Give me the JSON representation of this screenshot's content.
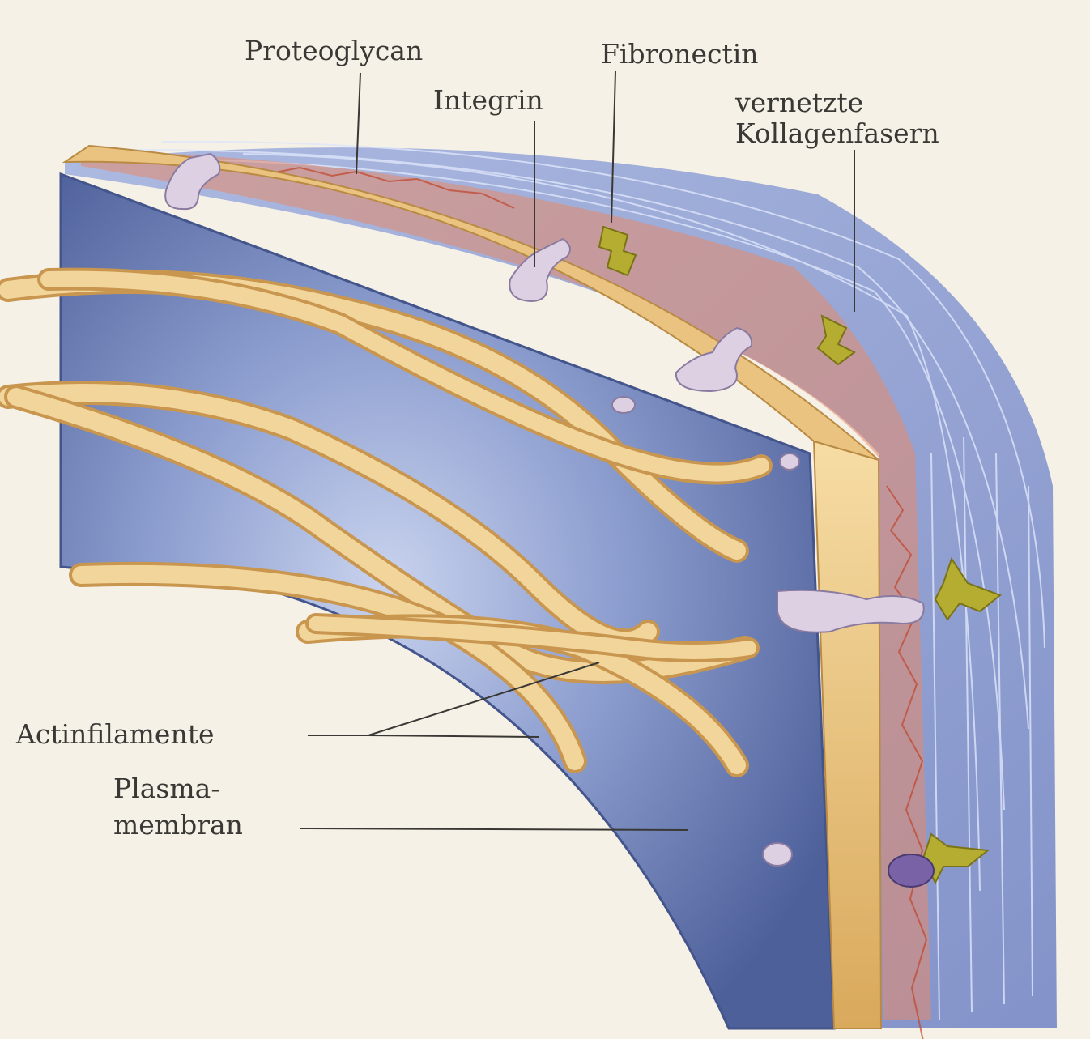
{
  "labels": {
    "proteoglycan": "Proteoglycan",
    "fibronectin": "Fibronectin",
    "integrin": "Integrin",
    "collagen_line1": "vernetzte",
    "collagen_line2": "Kollagenfasern",
    "actin": "Actinfilamente",
    "plasma_line1": "Plasma-",
    "plasma_line2": "membran"
  },
  "colors": {
    "background": "#f6f1e6",
    "membrane_blue": "#5b6fa6",
    "membrane_light": "#a8b6dc",
    "filament_gold": "#e9c37f",
    "collagen_red": "#d8583a",
    "fibronectin_olive": "#b4ad32",
    "integrin_lilac": "#d9cde0",
    "label_text": "#3a3835"
  }
}
